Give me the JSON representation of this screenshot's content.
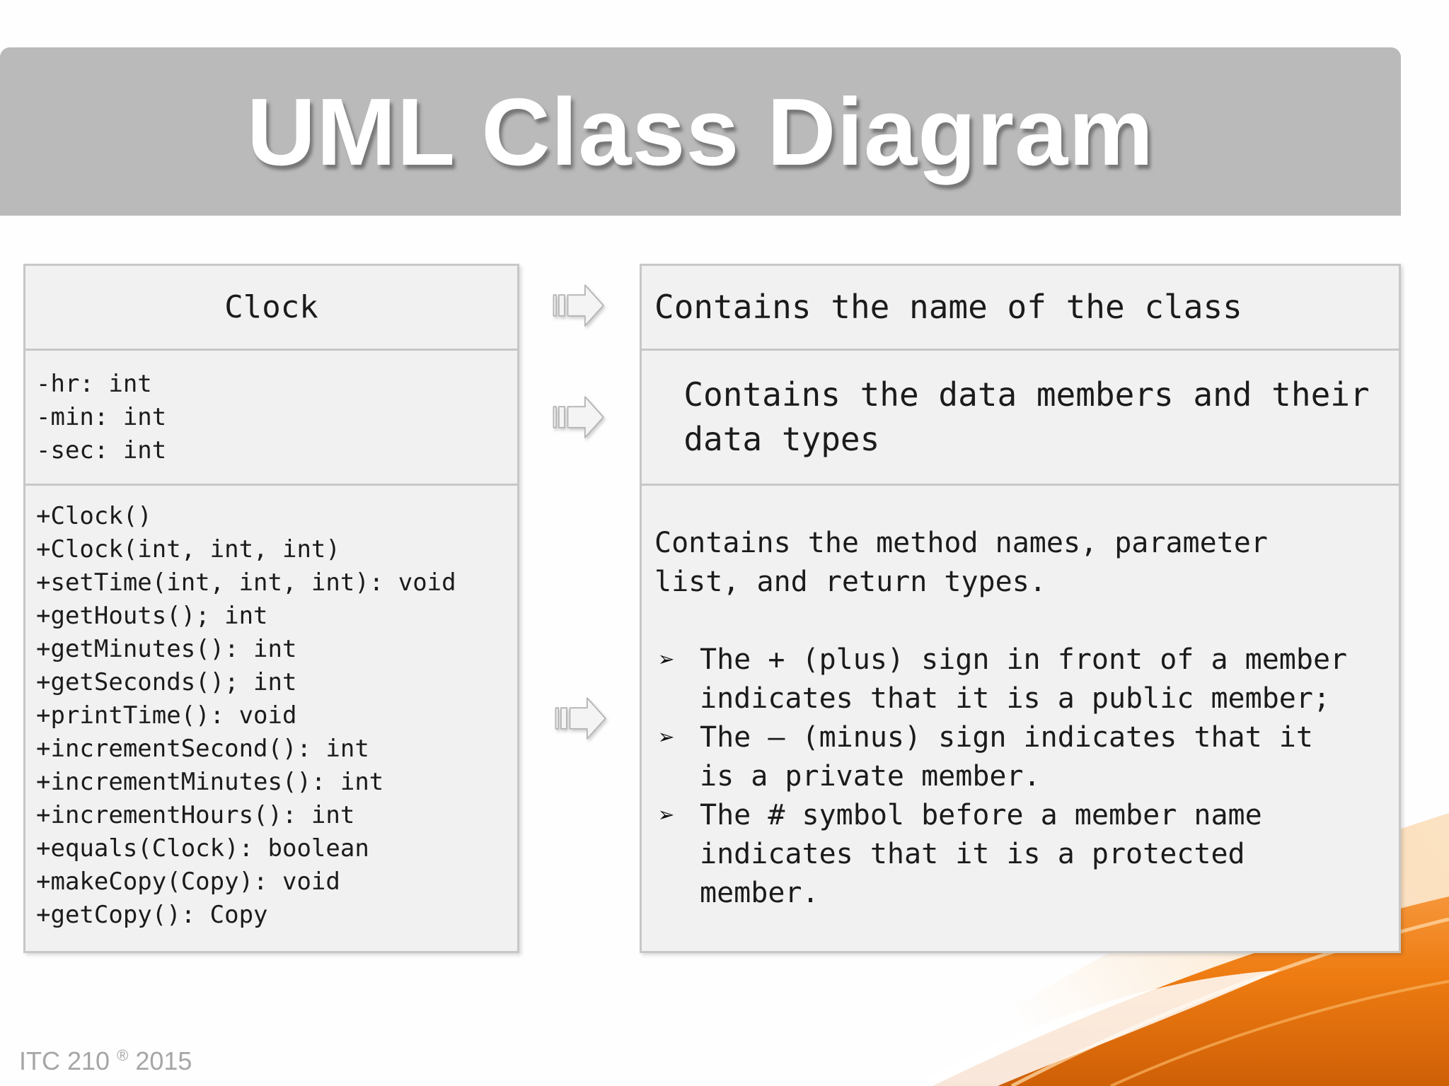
{
  "slide": {
    "title": "UML Class Diagram",
    "footer": {
      "course": "ITC 210",
      "reg_mark": "®",
      "year": "2015"
    }
  },
  "uml_class": {
    "name": "Clock",
    "attributes": [
      "-hr: int",
      "-min: int",
      "-sec: int"
    ],
    "methods": [
      "+Clock()",
      "+Clock(int, int, int)",
      "+setTime(int, int, int): void",
      "+getHouts(); int",
      "+getMinutes(): int",
      "+getSeconds(); int",
      "+printTime(): void",
      "+incrementSecond(): int",
      "+incrementMinutes(): int",
      "+incrementHours(): int",
      "+equals(Clock): boolean",
      "+makeCopy(Copy): void",
      "+getCopy(): Copy"
    ]
  },
  "annotations": {
    "name_note": "Contains the name of the class",
    "attributes_note": "Contains the data members and their\ndata types",
    "methods_note_intro": "Contains the method names, parameter\nlist, and return types.",
    "bullet_glyph": "➢",
    "bullets": [
      "The + (plus) sign in front of a member\nindicates that it is a public member;",
      "The – (minus) sign indicates that it\nis a private member.",
      "The # symbol before a member name\nindicates that it is a protected\nmember."
    ]
  },
  "icons": {
    "between_panels": "striped-right-arrow",
    "bullet": "arrow-bullet"
  },
  "colors": {
    "banner_gray": "#bababa",
    "title_text": "#ffffff",
    "box_fill": "#f1f1f1",
    "box_border": "#c7c7c7",
    "body_text": "#1b1b1b",
    "footer_gray": "#a6a6a6",
    "swoosh_orange_light": "#f79a40",
    "swoosh_orange_mid": "#ee7c12",
    "swoosh_orange_dark": "#cf5f06",
    "swoosh_highlight": "#ffd9a8"
  }
}
